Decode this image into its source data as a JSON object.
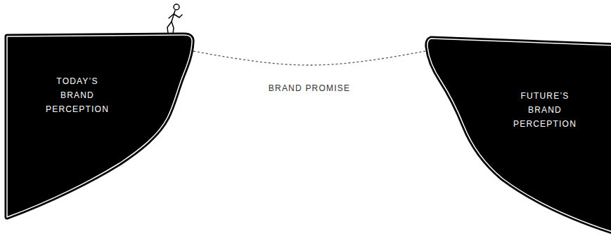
{
  "diagram": {
    "nodes": [
      {
        "text": [
          "TODAY’S BRAND PERCEPTION"
        ]
      },
      {
        "text": [
          "FUTURE’S BRAND PERCEPTION"
        ]
      }
    ],
    "edges": [
      {
        "from": 0,
        "to": 1,
        "arrow": "none",
        "label": "BRAND PROMISE"
      }
    ]
  }
}
